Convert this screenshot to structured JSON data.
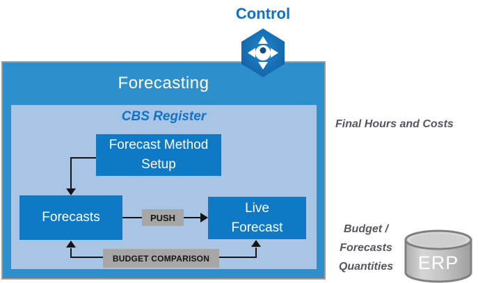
{
  "control": {
    "label": "Control",
    "icon": "dpad-hexagon-icon"
  },
  "forecasting": {
    "title": "Forecasting",
    "cbs_register": {
      "title": "CBS Register",
      "nodes": {
        "forecast_method_setup": "Forecast Method\nSetup",
        "forecasts": "Forecasts",
        "live_forecast": "Live\nForecast"
      },
      "flows": {
        "push": "PUSH",
        "budget_comparison": "BUDGET COMPARISON"
      }
    }
  },
  "annotations": {
    "final_hours_and_costs": "Final Hours and Costs",
    "budget_forecasts_quantities": "Budget /\nForecasts\nQuantities"
  },
  "erp": {
    "label": "ERP"
  },
  "colors": {
    "outer_box": "#2E8FCD",
    "inner_box": "#A9C5E6",
    "node_box": "#0E7AC6",
    "flow_label_bg": "#A6A6A6",
    "control_text": "#0B72C4",
    "cbs_title_text": "#1173C5",
    "annotation_text": "#55565D",
    "connector": "#141414",
    "erp_fill": "#C6C6C6",
    "outer_border": "#A59C8E"
  }
}
